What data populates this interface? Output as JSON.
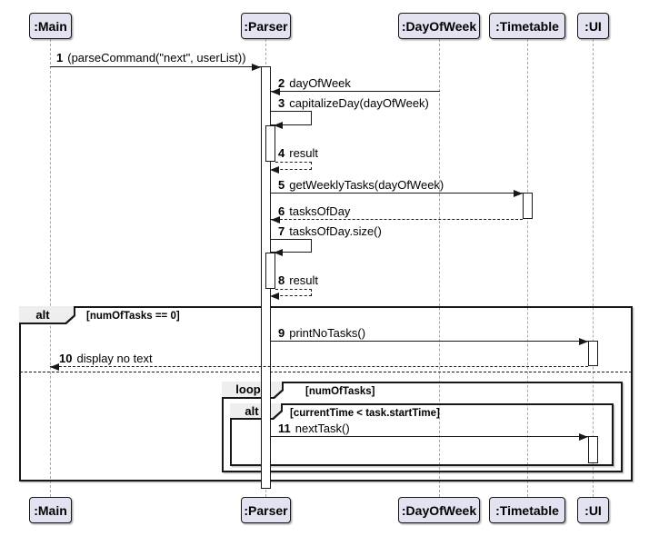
{
  "diagram": {
    "type": "uml-sequence-diagram",
    "participants": [
      {
        "name": ":Main"
      },
      {
        "name": ":Parser"
      },
      {
        "name": ":DayOfWeek"
      },
      {
        "name": ":Timetable"
      },
      {
        "name": ":UI"
      }
    ],
    "messages": [
      {
        "num": "1",
        "text": "(parseCommand(\"next\", userList))",
        "from": ":Main",
        "to": ":Parser",
        "style": "solid"
      },
      {
        "num": "2",
        "text": "dayOfWeek",
        "from": ":DayOfWeek",
        "to": ":Parser",
        "style": "solid"
      },
      {
        "num": "3",
        "text": "capitalizeDay(dayOfWeek)",
        "from": ":Parser",
        "to": ":Parser",
        "style": "self"
      },
      {
        "num": "4",
        "text": "result",
        "from": ":Parser",
        "to": ":Parser",
        "style": "return-self"
      },
      {
        "num": "5",
        "text": "getWeeklyTasks(dayOfWeek)",
        "from": ":Parser",
        "to": ":Timetable",
        "style": "solid"
      },
      {
        "num": "6",
        "text": "tasksOfDay",
        "from": ":Timetable",
        "to": ":Parser",
        "style": "return"
      },
      {
        "num": "7",
        "text": "tasksOfDay.size()",
        "from": ":Parser",
        "to": ":Parser",
        "style": "self"
      },
      {
        "num": "8",
        "text": "result",
        "from": ":Parser",
        "to": ":Parser",
        "style": "return-self"
      },
      {
        "num": "9",
        "text": "printNoTasks()",
        "from": ":Parser",
        "to": ":UI",
        "style": "solid"
      },
      {
        "num": "10",
        "text": "display no text",
        "from": ":UI",
        "to": ":Main",
        "style": "return"
      },
      {
        "num": "11",
        "text": "nextTask()",
        "from": ":Parser",
        "to": ":UI",
        "style": "solid"
      }
    ],
    "fragments": {
      "alt_outer": {
        "label": "alt",
        "guard": "[numOfTasks == 0]"
      },
      "loop": {
        "label": "loop",
        "guard": "[numOfTasks]"
      },
      "alt_inner": {
        "label": "alt",
        "guard": "[currentTime < task.startTime]"
      }
    }
  },
  "colors": {
    "participant_fill": "#E2E2F0",
    "participant_border": "#181818",
    "frame_border": "#181818",
    "pentagon_fill": "#EEEEEE",
    "lifeline_color": "#A8A8A8",
    "text_color": "#000000",
    "bg": "#FFFFFF"
  }
}
